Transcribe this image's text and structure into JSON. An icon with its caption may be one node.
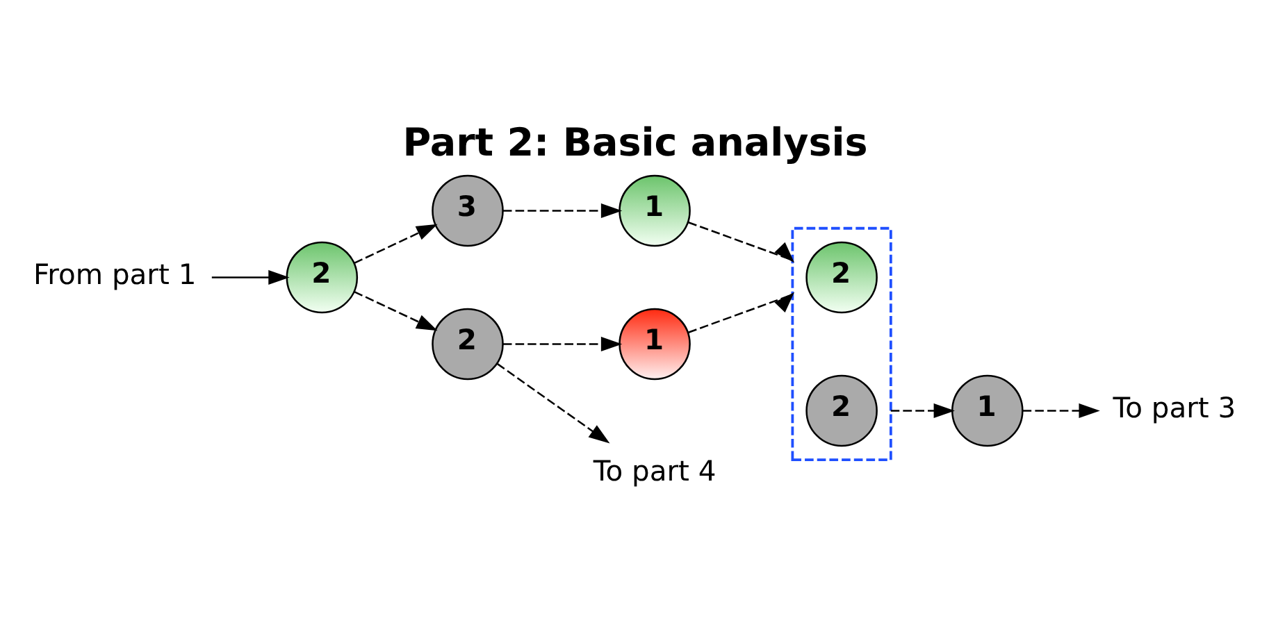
{
  "diagram": {
    "title": "Part 2: Basic analysis",
    "nodes": [
      {
        "text": [
          "From part 1"
        ]
      },
      {
        "text": [
          "2"
        ]
      },
      {
        "text": [
          "3"
        ]
      },
      {
        "text": [
          "2"
        ]
      },
      {
        "text": [
          "1"
        ]
      },
      {
        "text": [
          "1"
        ]
      },
      {
        "text": [],
        "shape": "box"
      },
      {
        "text": [
          "2"
        ],
        "in": 6
      },
      {
        "text": [
          "2"
        ],
        "in": 6
      },
      {
        "text": [
          "1"
        ]
      },
      {
        "text": [
          "To part 3"
        ]
      },
      {
        "text": [
          "To part 4"
        ]
      }
    ],
    "edges": [
      {
        "from": 0,
        "to": 1,
        "arrow": "to"
      },
      {
        "from": 1,
        "to": 2,
        "arrow": "to",
        "style": "dashed"
      },
      {
        "from": 1,
        "to": 3,
        "arrow": "to",
        "style": "dashed"
      },
      {
        "from": 2,
        "to": 4,
        "arrow": "to",
        "style": "dashed"
      },
      {
        "from": 3,
        "to": 5,
        "arrow": "to",
        "style": "dashed"
      },
      {
        "from": 4,
        "to": 6,
        "arrow": "to",
        "style": "dashed"
      },
      {
        "from": 5,
        "to": 6,
        "arrow": "to",
        "style": "dashed"
      },
      {
        "from": 6,
        "to": 9,
        "arrow": "to",
        "style": "dashed"
      },
      {
        "from": 9,
        "to": 10,
        "arrow": "to",
        "style": "dashed"
      },
      {
        "from": 3,
        "to": 11,
        "arrow": "to",
        "style": "dashed"
      }
    ]
  }
}
